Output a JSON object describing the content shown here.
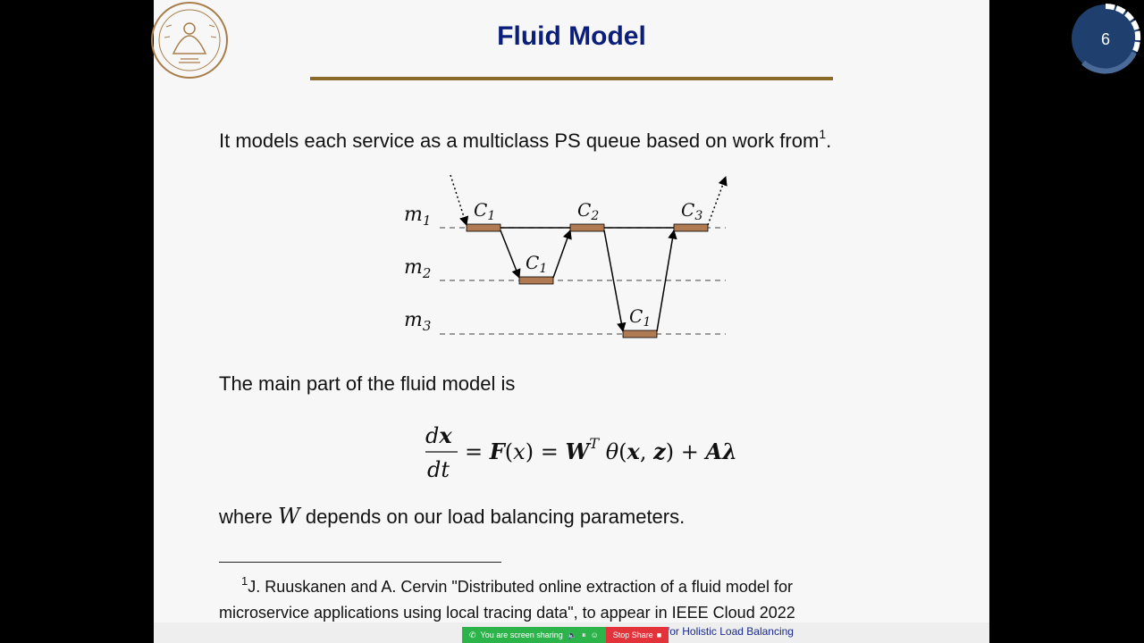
{
  "slide": {
    "title": "Fluid Model",
    "intro_text": "It models each service as a multiclass PS queue based on work from",
    "intro_sup": "1",
    "intro_end": ".",
    "main_part_text": "The main part of the fluid model is",
    "where_prefix": "where ",
    "where_var": "W",
    "where_suffix": " depends on our load balancing parameters."
  },
  "diagram": {
    "machines": [
      "m1",
      "m2",
      "m3"
    ],
    "classes": [
      "C1",
      "C1",
      "C2",
      "C1",
      "C3"
    ]
  },
  "equation": {
    "lhs_num": "dx",
    "lhs_den": "dt",
    "rhs": "= F(x) = W^T θ(x, z) + Aλ"
  },
  "footnote": {
    "number": "1",
    "line1": "J. Ruuskanen and A. Cervin \"Distributed online extraction of a fluid model for",
    "line2": "microservice applications using local tracing data\", to appear in IEEE Cloud 2022"
  },
  "footer": {
    "text": "Heimerson et al.        Automatic Differentiation for Holistic Load Balancing"
  },
  "share_bar": {
    "status": "You are screen sharing",
    "stop_label": "Stop Share"
  },
  "progress_badge": {
    "page_number": "6"
  },
  "colors": {
    "title": "#0b1f7a",
    "rule": "#8a6a2b",
    "server_bar": "#b07a52",
    "share_green": "#2cb34a",
    "share_red": "#e3333a",
    "badge": "#1f3f6e"
  }
}
